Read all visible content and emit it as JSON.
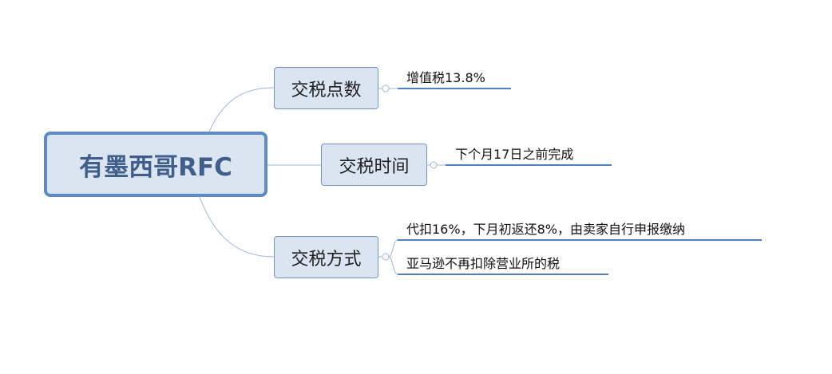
{
  "root": {
    "label": "有墨西哥RFC"
  },
  "branches": [
    {
      "label": "交税点数",
      "leaves": [
        "增值税13.8%"
      ]
    },
    {
      "label": "交税时间",
      "leaves": [
        "下个月17日之前完成"
      ]
    },
    {
      "label": "交税方式",
      "leaves": [
        "代扣16%，下月初返还8%，由卖家自行申报缴纳",
        "亚马逊不再扣除营业所的税"
      ]
    }
  ],
  "colors": {
    "root_border": "#5b8cc8",
    "node_fill": "#dbe5f1",
    "connector": "#9fb6d6",
    "underline": "#4f7fbf"
  }
}
